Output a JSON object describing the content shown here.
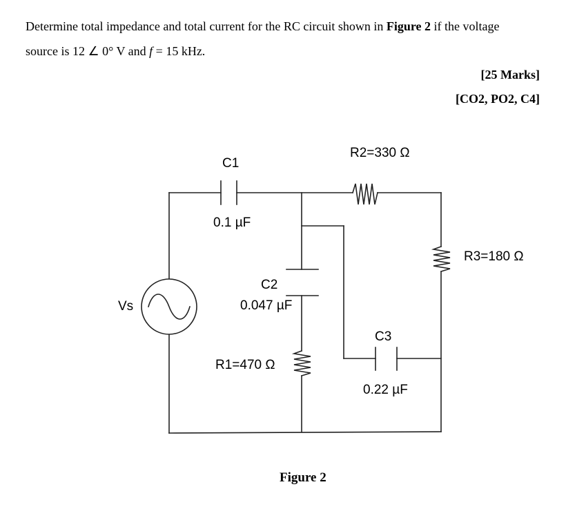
{
  "question": {
    "line1_a": "Determine total impedance and total current for the RC circuit shown in ",
    "line1_b": "Figure 2",
    "line1_c": " if the voltage",
    "line2_a": "source is 12 ∠ 0° V and ",
    "line2_f": "f",
    "line2_b": " = 15 kHz."
  },
  "marks": {
    "marks_label": "[25 Marks]",
    "outcome_label": "[CO2, PO2, C4]"
  },
  "circuit": {
    "vs_label": "Vs",
    "c1_name": "C1",
    "c1_value": "0.1 µF",
    "c2_name": "C2",
    "c2_value": "0.047 µF",
    "c3_name": "C3",
    "c3_value": "0.22 µF",
    "r1_label": "R1=470 Ω",
    "r2_label": "R2=330 Ω",
    "r3_label": "R3=180 Ω"
  },
  "figure_caption": "Figure 2"
}
